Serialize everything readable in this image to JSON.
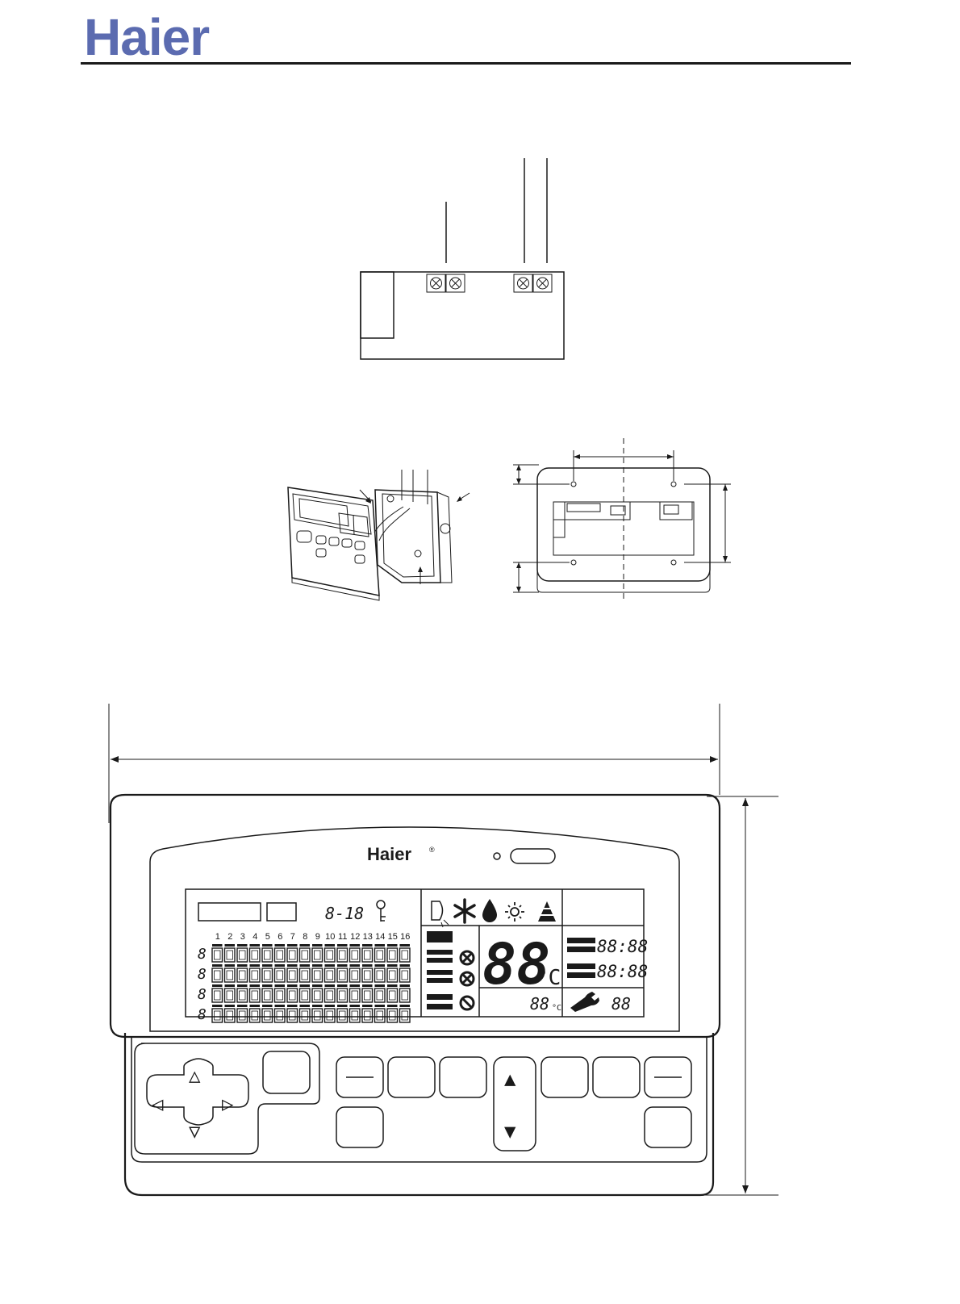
{
  "header": {
    "logo_text": "Haier",
    "brand_color": "#5b6bb0"
  },
  "controller": {
    "logo_text": "Haier",
    "registered_mark": "®",
    "lcd": {
      "clock_segment": "8-18",
      "column_numbers": [
        "1",
        "2",
        "3",
        "4",
        "5",
        "6",
        "7",
        "8",
        "9",
        "10",
        "11",
        "12",
        "13",
        "14",
        "15",
        "16"
      ],
      "row_digits": [
        "8",
        "8",
        "8",
        "8"
      ],
      "big_temperature": "88",
      "big_unit": "°C",
      "small_temperature": "88",
      "small_unit": "°C",
      "time_1": "88:88",
      "time_2": "88:88",
      "service_code": "88",
      "mode_icons": [
        "swing-icon",
        "snowflake-icon",
        "drop-icon",
        "sun-icon",
        "triangle-icon"
      ],
      "fan_icons": [
        "fan-icon",
        "fan-icon",
        "fan-off-icon"
      ]
    },
    "buttons": {
      "up_arrow": "▲",
      "down_arrow": "▼",
      "nav_up": "△",
      "nav_down": "▽",
      "nav_left": "◁",
      "nav_right": "▷"
    }
  }
}
